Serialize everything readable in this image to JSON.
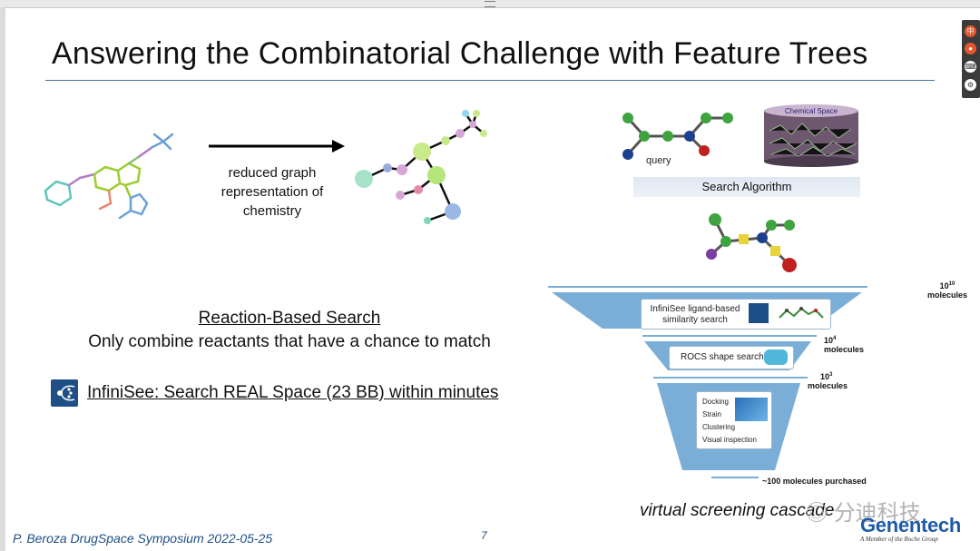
{
  "slide": {
    "title": "Answering the Combinatorial Challenge with Feature Trees",
    "arrow_label": "reduced graph representation of chemistry",
    "reaction_search_title": "Reaction-Based Search",
    "reaction_search_subtitle": "Only combine reactants that have a chance to match",
    "infinisee_line": "InfiniSee: Search REAL Space (23 BB) within minutes",
    "query_label": "query",
    "chemical_space_label": "Chemical Space",
    "search_algorithm_label": "Search Algorithm",
    "cascade": {
      "level1_box": "InfiniSee ligand-based similarity search",
      "level1_count": "10",
      "level1_exp": "10",
      "level1_unit": "molecules",
      "level2_box": "ROCS shape search",
      "level2_count": "10",
      "level2_exp": "4",
      "level2_unit": "molecules",
      "level3_count": "10",
      "level3_exp": "3",
      "level3_unit": "molecules",
      "level3_items": [
        "Docking",
        "Strain",
        "Clustering",
        "Visual inspection"
      ],
      "bottom_label": "~100 molecules purchased"
    },
    "cascade_caption": "virtual screening cascade",
    "footer": "P. Beroza DrugSpace Symposium 2022-05-25",
    "page_number": "7",
    "brand": "Genentech",
    "brand_tagline": "A Member of the Roche Group",
    "watermark": "分迪科技"
  },
  "colors": {
    "accent": "#1d4f86",
    "funnel": "#7aaed6",
    "brand": "#1d5ba8"
  }
}
